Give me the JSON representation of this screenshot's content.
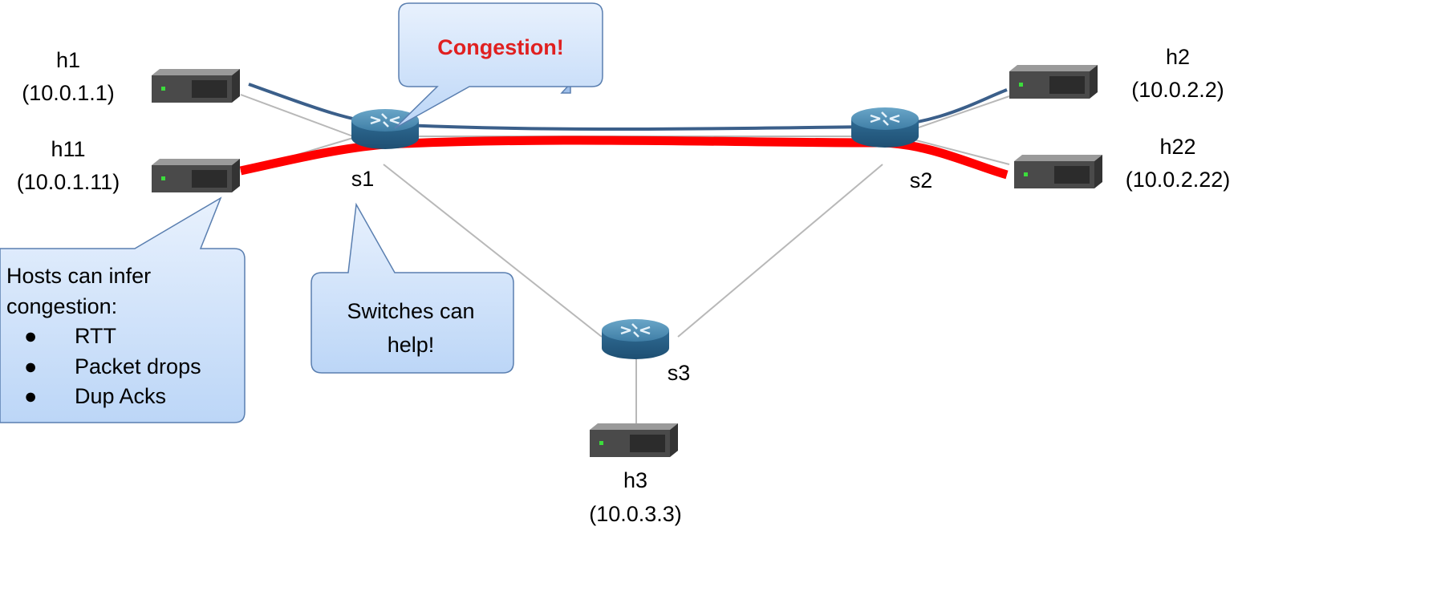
{
  "hosts": {
    "h1": {
      "name": "h1",
      "ip": "(10.0.1.1)"
    },
    "h11": {
      "name": "h11",
      "ip": "(10.0.1.11)"
    },
    "h2": {
      "name": "h2",
      "ip": "(10.0.2.2)"
    },
    "h22": {
      "name": "h22",
      "ip": "(10.0.2.22)"
    },
    "h3": {
      "name": "h3",
      "ip": "(10.0.3.3)"
    }
  },
  "switches": {
    "s1": "s1",
    "s2": "s2",
    "s3": "s3"
  },
  "callouts": {
    "congestion": "Congestion!",
    "switches": {
      "line1": "Switches can",
      "line2": "help!"
    },
    "hosts": {
      "line1": "Hosts can infer",
      "line2": "congestion:",
      "items": [
        "RTT",
        "Packet drops",
        "Dup Acks"
      ]
    }
  },
  "colors": {
    "congested_flow": "#ff0000",
    "normal_flow": "#3b5f8a",
    "link": "#b0b0b0",
    "callout_text_alert": "#e02020",
    "callout_fill": "#cfe2fb",
    "callout_stroke": "#5a7fb0"
  }
}
